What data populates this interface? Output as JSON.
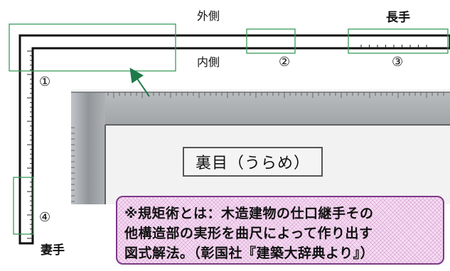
{
  "labels": {
    "outer": "外側",
    "inner": "内側",
    "long_arm": "長手",
    "short_arm": "妻手",
    "n1": "①",
    "n2": "②",
    "n3": "③",
    "n4": "④"
  },
  "photo_caption": "裏目（うらめ）",
  "note": {
    "line1": "※規矩術とは：木造建物の仕口継手その",
    "line2": "他構造部の実形を曲尺によって作り出す",
    "line3": "図式解法。（彰国社『建築大辞典より』）"
  },
  "colors": {
    "highlight_box": "#3a9a5a",
    "arrow": "#1f7a4a",
    "note_border": "#7b3a86",
    "note_fill": "#f7ddf3"
  }
}
